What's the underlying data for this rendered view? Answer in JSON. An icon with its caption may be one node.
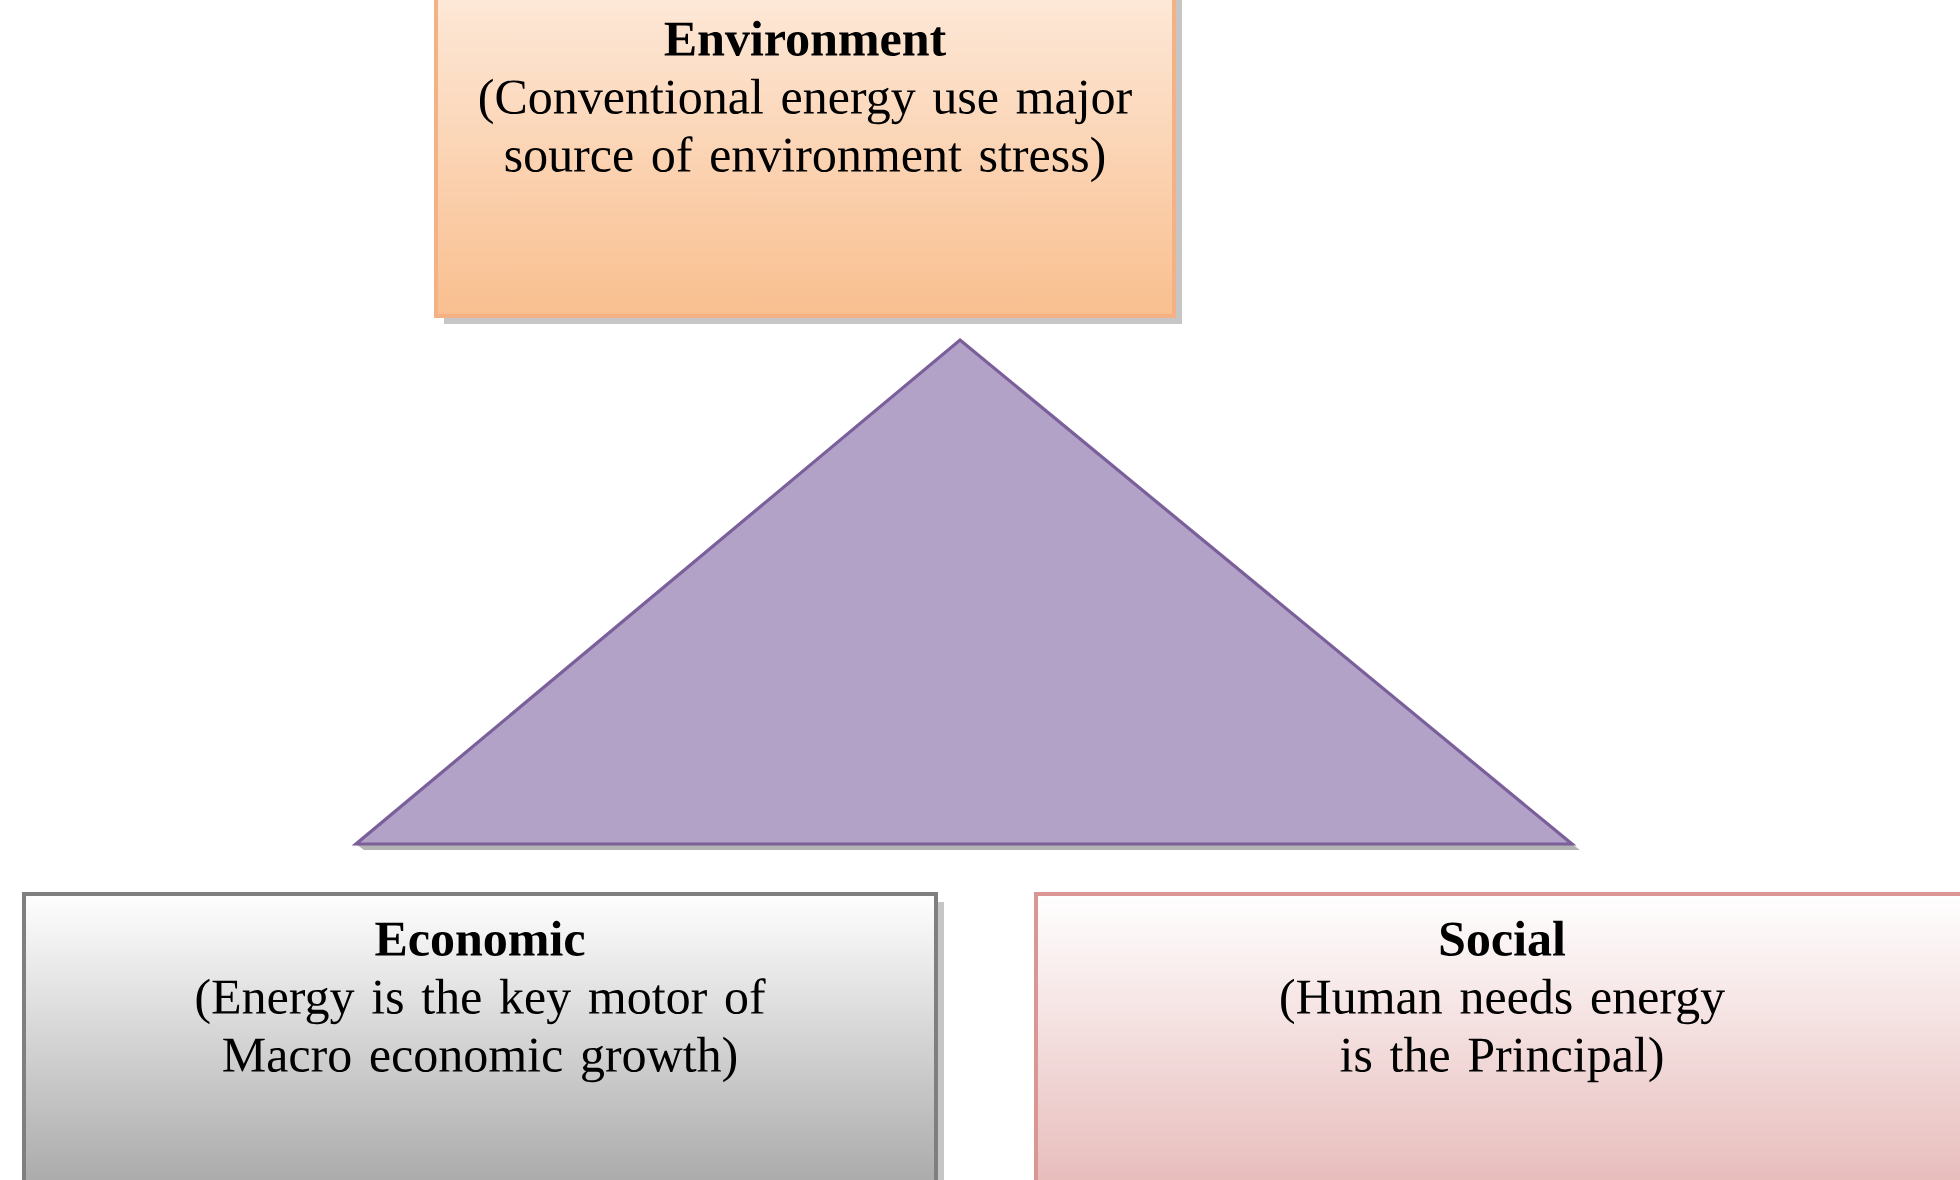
{
  "diagram": {
    "nodes": [
      {
        "text": [
          "Environment",
          "(Conventional energy use major source of environment stress)"
        ]
      },
      {
        "text": [],
        "shape": "triangle"
      },
      {
        "text": [
          "Economic",
          "(Energy is the key motor of Macro economic growth)"
        ]
      },
      {
        "text": [
          "Social",
          "(Human needs energy is the Principal)"
        ]
      }
    ]
  }
}
